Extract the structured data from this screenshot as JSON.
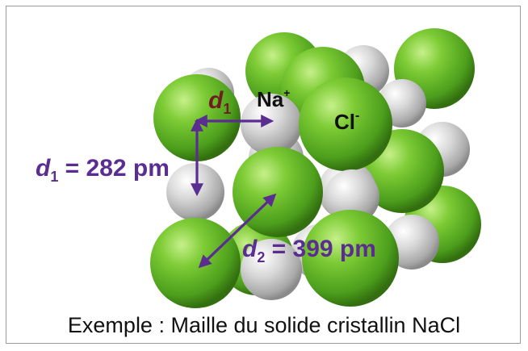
{
  "caption": "Exemple : Maille du solide cristallin NaCl",
  "labels": {
    "na_ion": "Na",
    "na_charge": "+",
    "cl_ion": "Cl",
    "cl_charge": "-",
    "d1_top_symbol": "d",
    "d1_top_sub": "1",
    "d1_left_symbol": "d",
    "d1_left_sub": "1",
    "d1_left_value": " = 282 pm",
    "d2_symbol": "d",
    "d2_sub": "2",
    "d2_value": " = 399 pm"
  },
  "colors": {
    "chloride": "#5fb82b",
    "sodium": "#c9c9c9",
    "arrow": "#5b2d91",
    "label_purple": "#5b2d91",
    "label_brown": "#6b1f1f"
  }
}
